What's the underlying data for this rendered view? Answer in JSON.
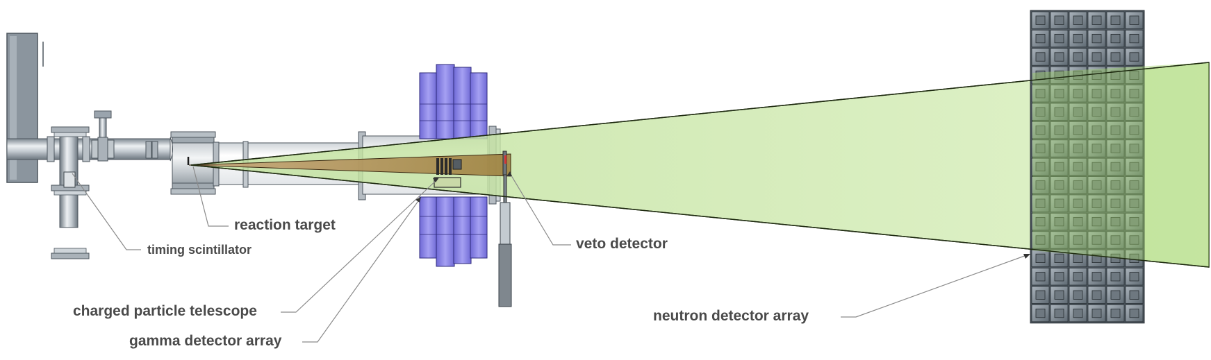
{
  "labels": {
    "reaction_target": "reaction target",
    "timing_scintillator": "timing scintillator",
    "veto_detector": "veto detector",
    "charged_particle_telescope": "charged particle telescope",
    "gamma_detector_array": "gamma detector array",
    "neutron_detector_array": "neutron detector array"
  },
  "colors": {
    "beamline_steel": "#9aa4ad",
    "beamline_dark": "#5f6a73",
    "gamma_crystal": "#8b86e8",
    "neutron_cone": "#c9e6a6",
    "charged_cone": "#b8864f",
    "neutron_cell": "#7d8790",
    "leader_line": "#8a8a8a"
  },
  "neutron_array": {
    "columns": 6,
    "rows": 17
  },
  "icons": [
    "beam-pipe-icon",
    "vacuum-chamber-icon",
    "gamma-crystal-icon",
    "neutron-cell-icon",
    "pmt-icon"
  ]
}
